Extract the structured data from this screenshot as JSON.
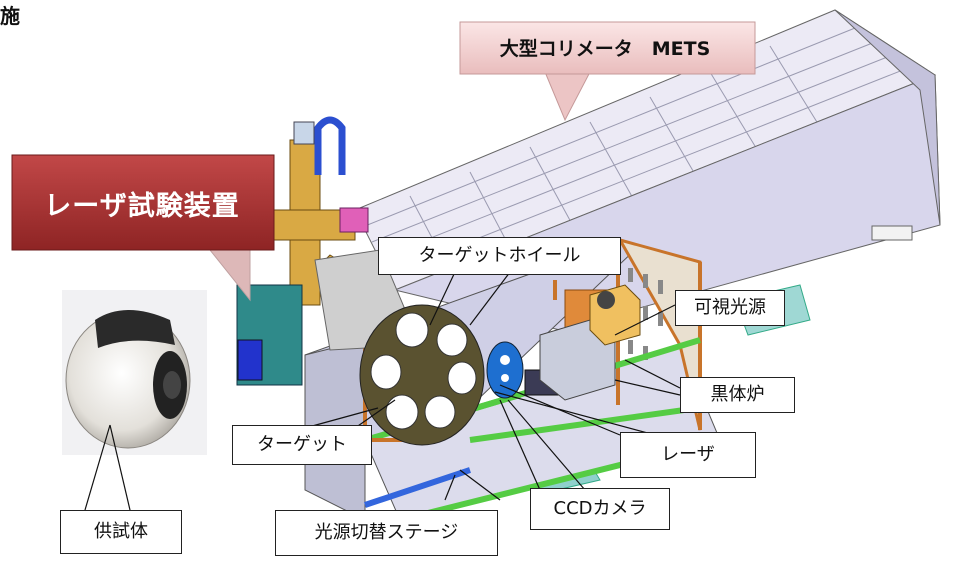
{
  "heading": "施",
  "callouts": {
    "mets": "大型コリメータ　METS",
    "laser_test": "レーザ試験装置"
  },
  "labels": {
    "target_wheel": "ターゲットホイール",
    "visible_source": "可視光源",
    "blackbody": "黒体炉",
    "target": "ターゲット",
    "laser": "レーザ",
    "ccd_camera": "CCDカメラ",
    "source_stage": "光源切替ステージ",
    "test_article": "供試体"
  },
  "colors": {
    "frame_orange": "#c8742a",
    "rail_green": "#55cc44",
    "rail_blue": "#3366dd",
    "panel_lavender": "#c7c8e8",
    "collimator_top": "#e9eaf5",
    "laser_callout": "#b23a3a",
    "mets_callout": "#f3d4d4",
    "tower_gold": "#d4a640",
    "box_teal": "#2f8a8a",
    "source_yellow": "#f0c060"
  }
}
